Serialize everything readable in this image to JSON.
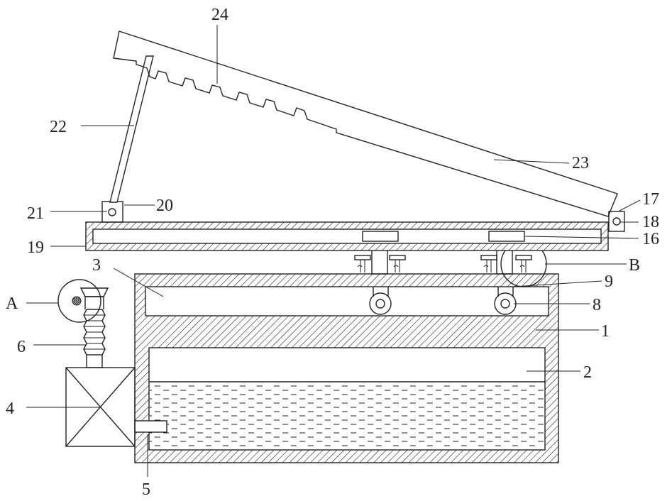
{
  "labels": {
    "l1": "1",
    "l2": "2",
    "l3": "3",
    "l4": "4",
    "l5": "5",
    "l6": "6",
    "l8": "8",
    "l9": "9",
    "l16": "16",
    "l17": "17",
    "l18": "18",
    "l19": "19",
    "l20": "20",
    "l21": "21",
    "l22": "22",
    "l23": "23",
    "l24": "24",
    "lA": "A",
    "lB": "B"
  }
}
